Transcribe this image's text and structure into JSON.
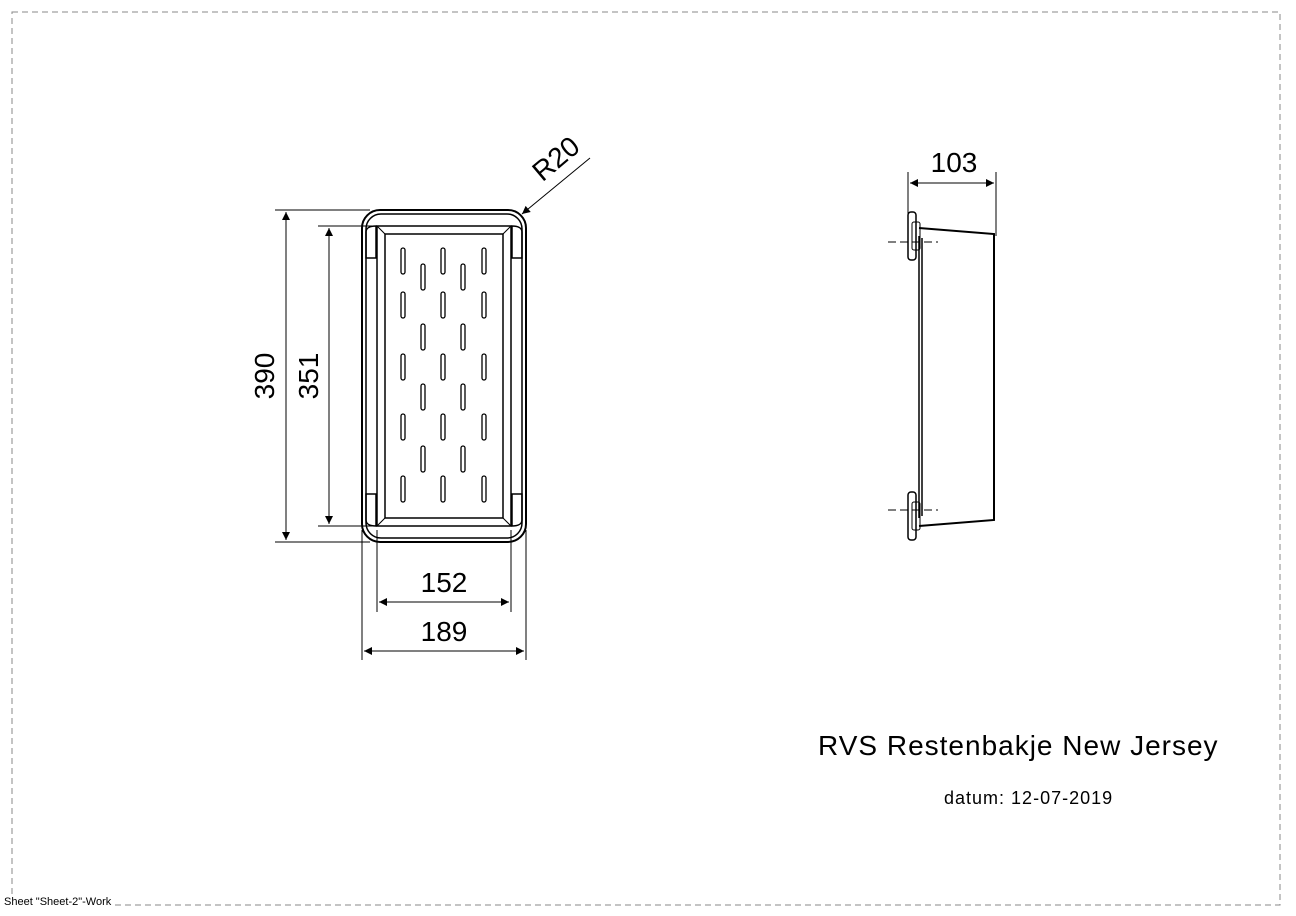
{
  "drawing": {
    "title": "RVS Restenbakje New Jersey",
    "date_label": "datum:",
    "date_value": "12-07-2019",
    "sheet_label": "Sheet \"Sheet-2\"-Work"
  },
  "dimensions": {
    "outer_height": "390",
    "inner_height": "351",
    "inner_width": "152",
    "outer_width": "189",
    "corner_radius": "R20",
    "depth": "103"
  }
}
